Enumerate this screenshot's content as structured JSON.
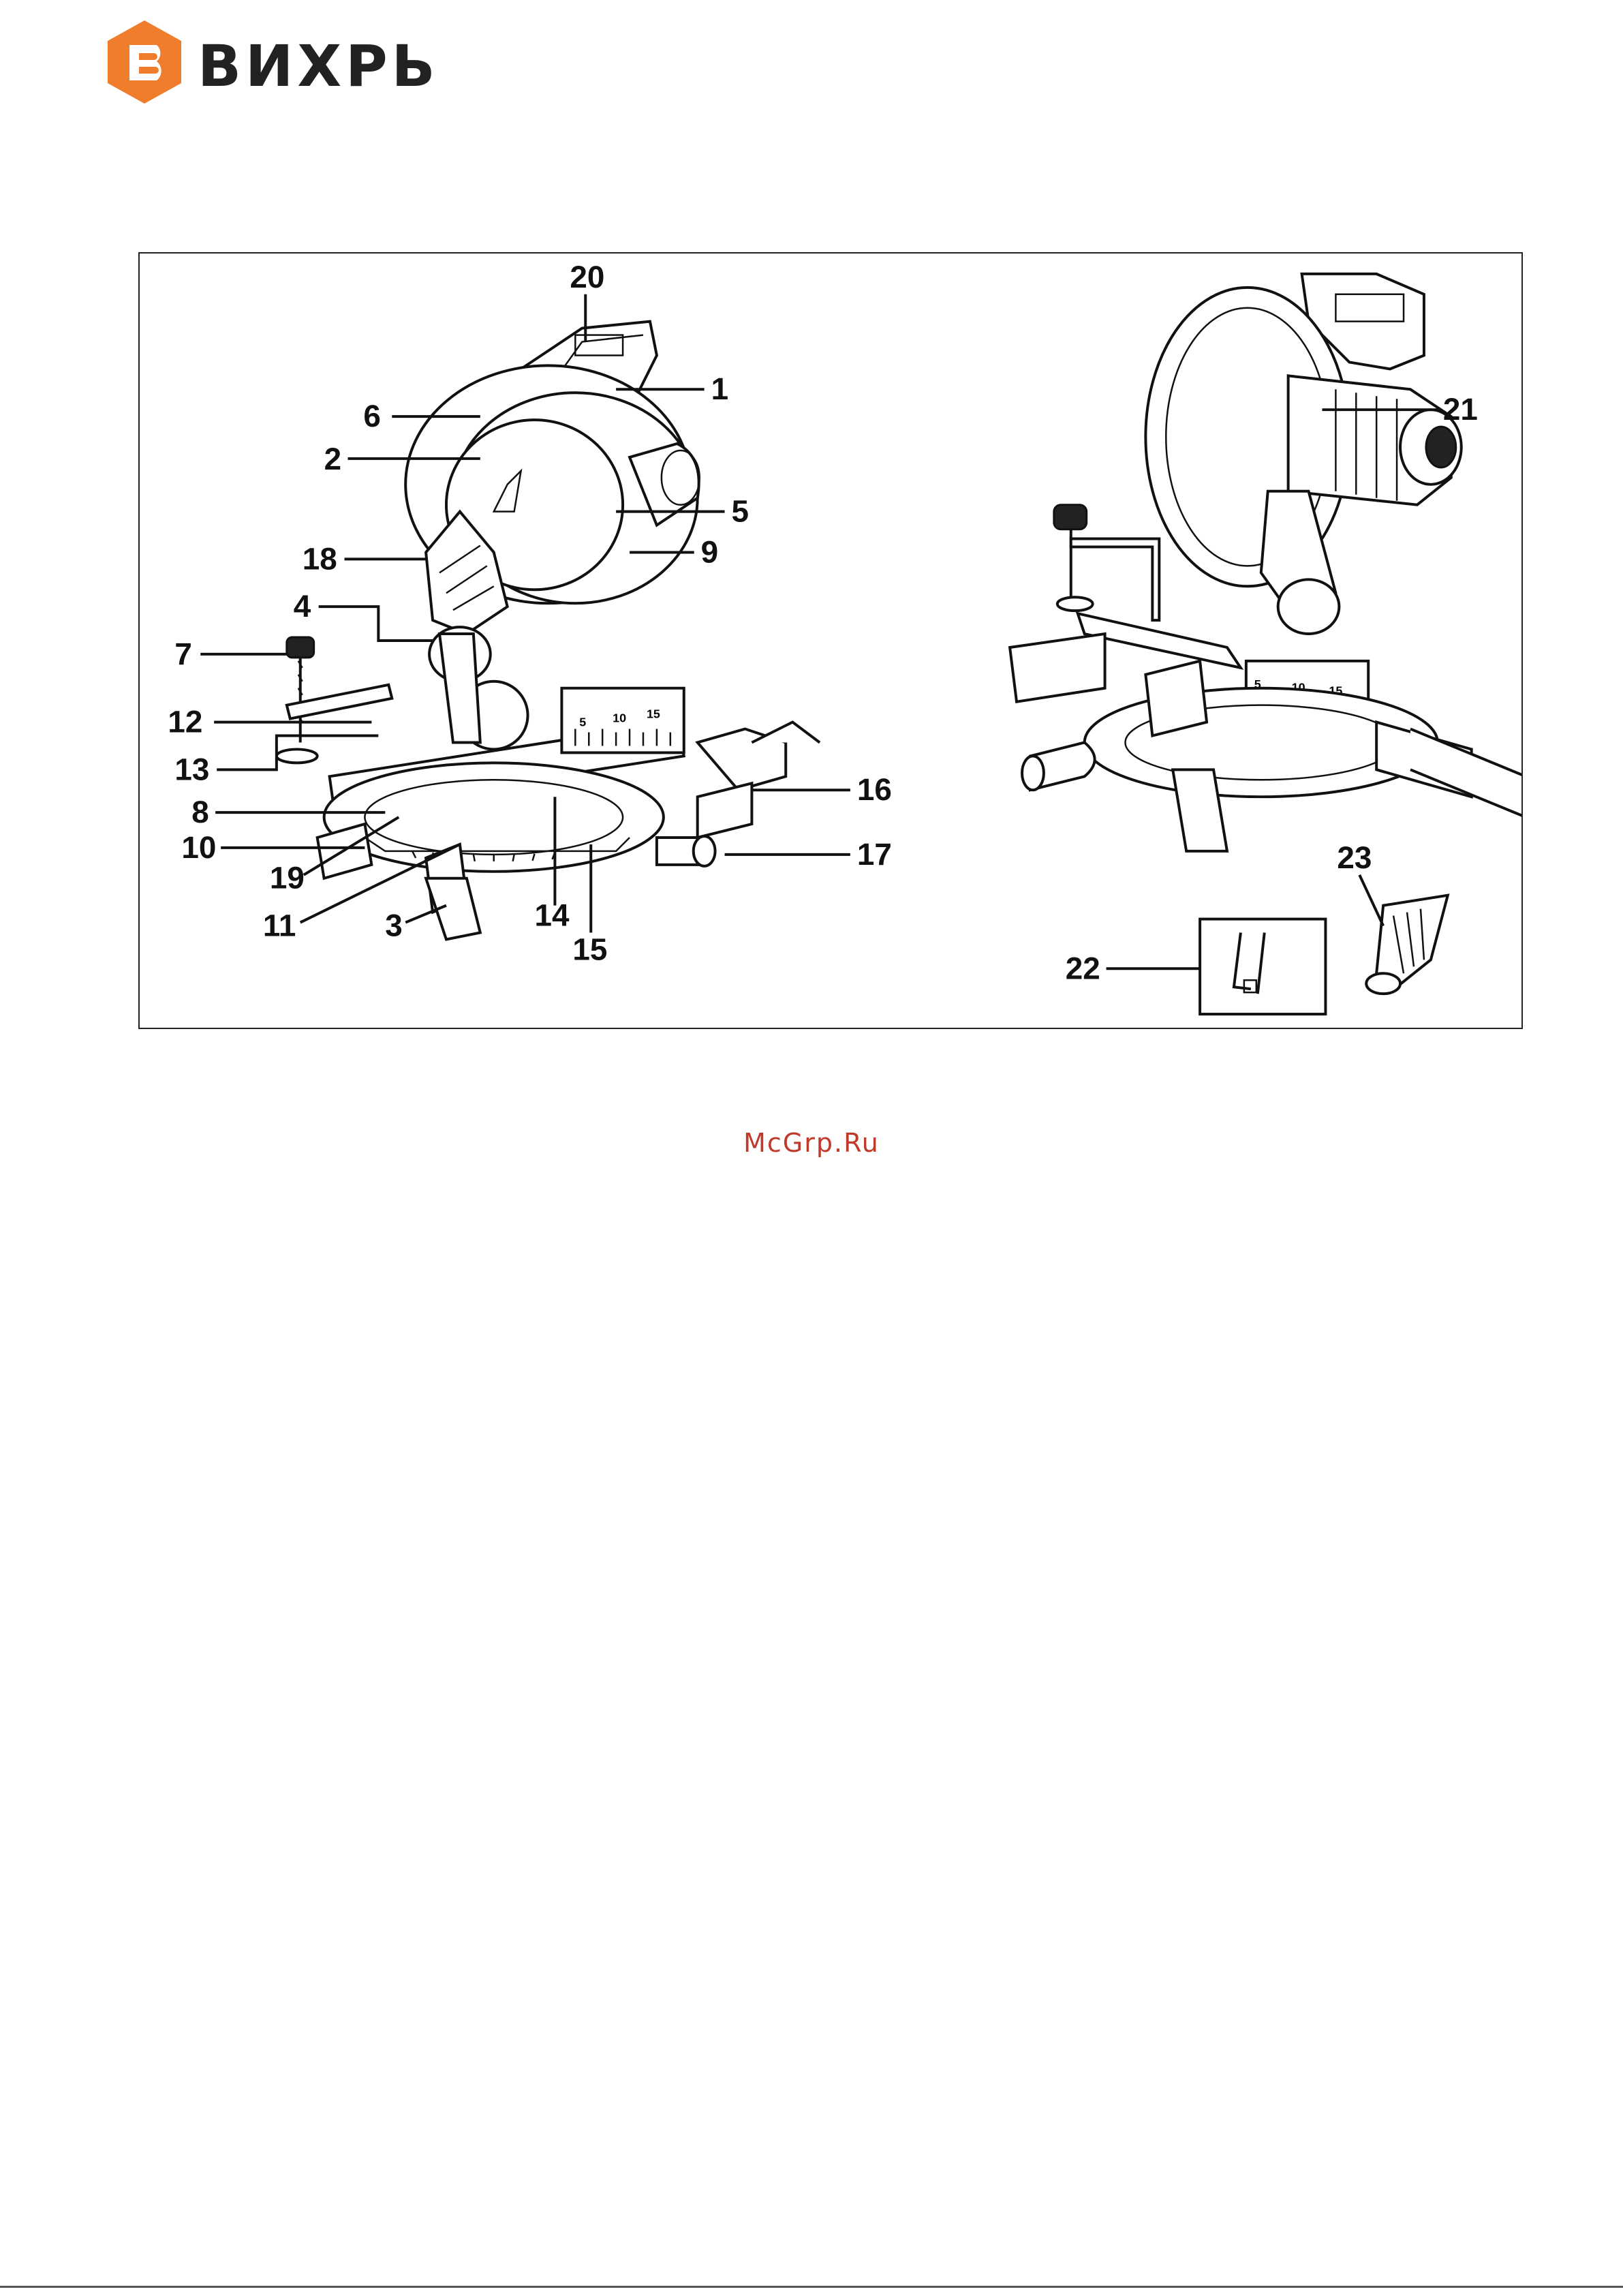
{
  "brand": {
    "name": "ВИХРЬ",
    "logo_color": "#f07d2b",
    "text_color": "#222222"
  },
  "figure": {
    "callouts": [
      {
        "id": "c1",
        "label": "1"
      },
      {
        "id": "c2",
        "label": "2"
      },
      {
        "id": "c3",
        "label": "3"
      },
      {
        "id": "c4",
        "label": "4"
      },
      {
        "id": "c5",
        "label": "5"
      },
      {
        "id": "c6",
        "label": "6"
      },
      {
        "id": "c7",
        "label": "7"
      },
      {
        "id": "c8",
        "label": "8"
      },
      {
        "id": "c9",
        "label": "9"
      },
      {
        "id": "c10",
        "label": "10"
      },
      {
        "id": "c11",
        "label": "11"
      },
      {
        "id": "c12",
        "label": "12"
      },
      {
        "id": "c13",
        "label": "13"
      },
      {
        "id": "c14",
        "label": "14"
      },
      {
        "id": "c15",
        "label": "15"
      },
      {
        "id": "c16",
        "label": "16"
      },
      {
        "id": "c17",
        "label": "17"
      },
      {
        "id": "c18",
        "label": "18"
      },
      {
        "id": "c19",
        "label": "19"
      },
      {
        "id": "c20",
        "label": "20"
      },
      {
        "id": "c21",
        "label": "21"
      },
      {
        "id": "c22",
        "label": "22"
      },
      {
        "id": "c23",
        "label": "23"
      }
    ],
    "scale_marks": [
      "5",
      "10",
      "15"
    ]
  },
  "watermark": "McGrp.Ru"
}
